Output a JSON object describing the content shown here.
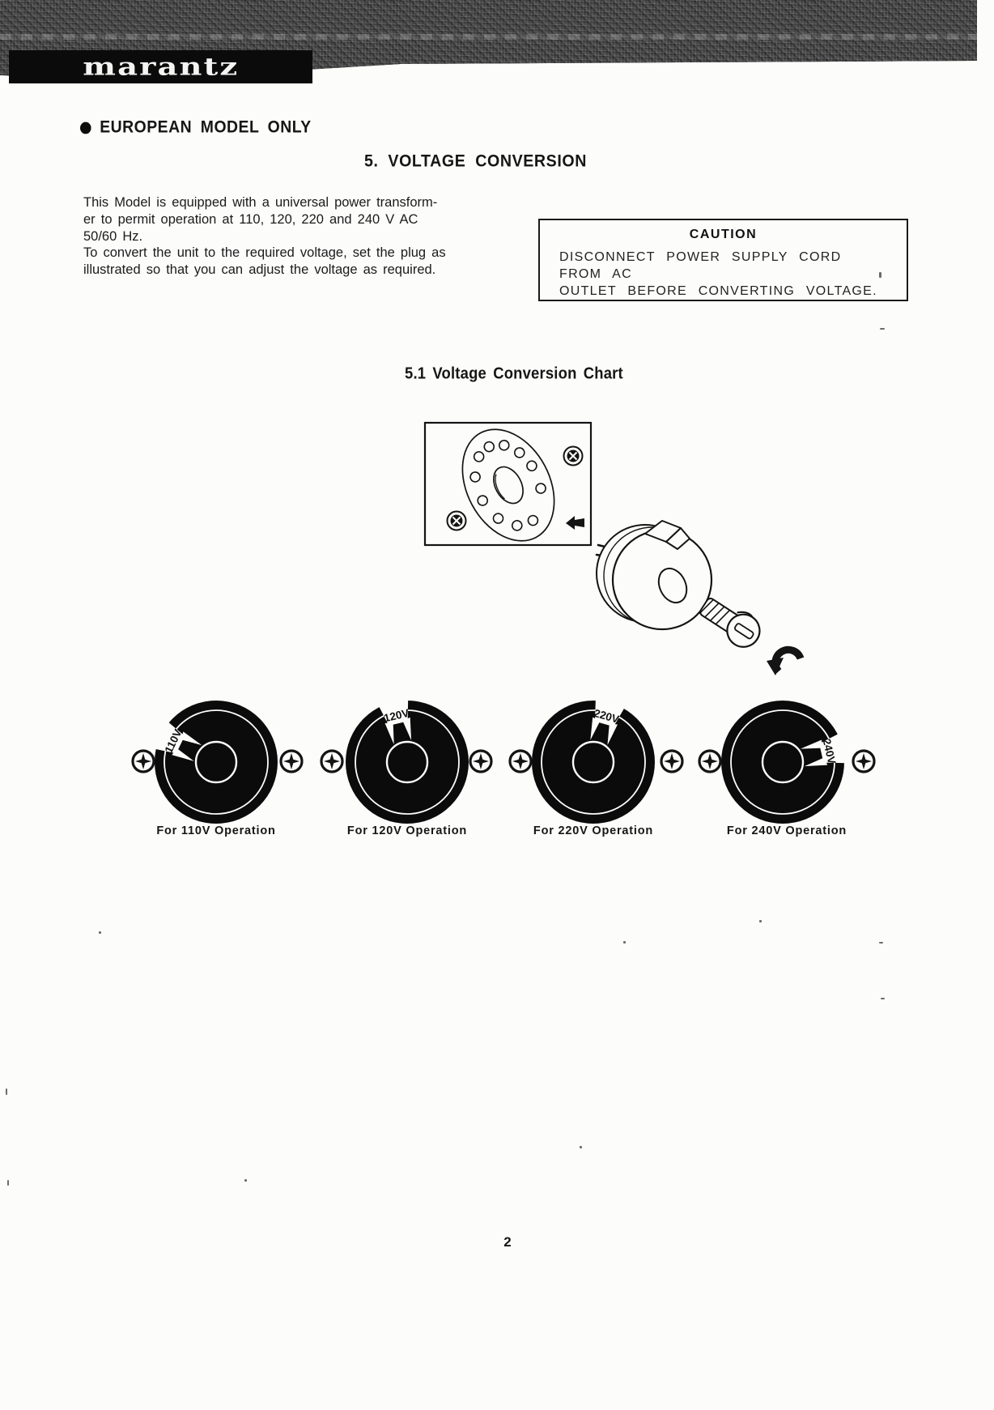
{
  "masthead": {
    "logo_text": "marantz"
  },
  "header": {
    "model_note": "EUROPEAN MODEL ONLY",
    "section_title": "5. VOLTAGE CONVERSION"
  },
  "intro": {
    "lines": [
      "This Model is equipped with a universal power transform-",
      "er to permit operation at 110, 120, 220 and 240 V  AC",
      "50/60 Hz.",
      "To convert the unit to the required voltage, set the plug as",
      "illustrated so that you can adjust the voltage as required."
    ]
  },
  "caution": {
    "title": "CAUTION",
    "lines": [
      "DISCONNECT POWER SUPPLY CORD FROM AC",
      "OUTLET BEFORE CONVERTING VOLTAGE."
    ]
  },
  "conversion_chart": {
    "title": "5.1 Voltage Conversion Chart",
    "dials": [
      {
        "label": "110V",
        "caption": "For 110V Operation",
        "wedge_angle_deg": -64
      },
      {
        "label": "120V",
        "caption": "For 120V Operation",
        "wedge_angle_deg": -13
      },
      {
        "label": "220V",
        "caption": "For 220V Operation",
        "wedge_angle_deg": 16
      },
      {
        "label": "240V",
        "caption": "For 240V Operation",
        "wedge_angle_deg": 77
      }
    ]
  },
  "footer": {
    "page_number": "2"
  }
}
